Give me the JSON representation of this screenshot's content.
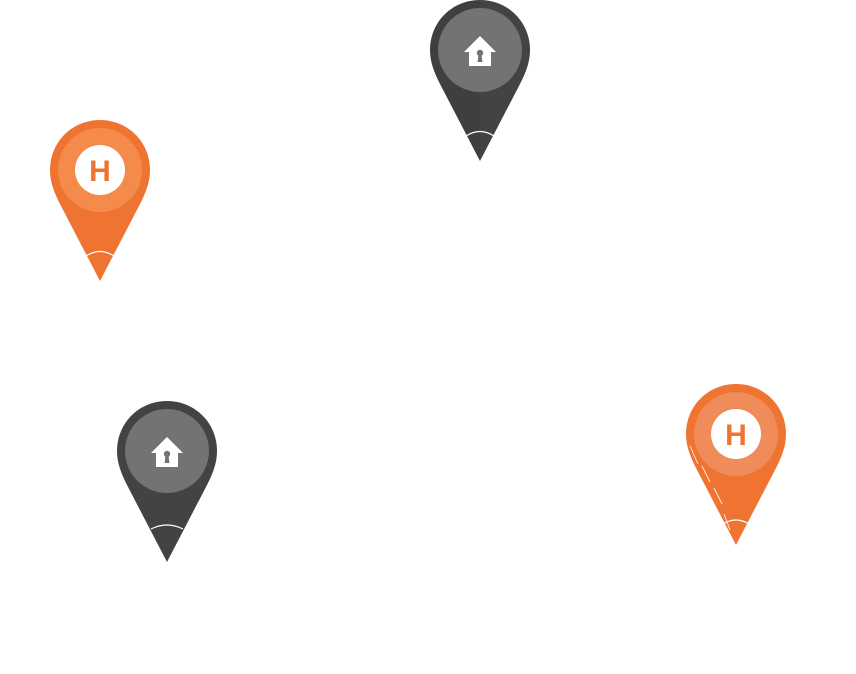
{
  "map": {
    "background_color": "#ffffff",
    "markers": [
      {
        "id": "pin-home-top",
        "type": "home",
        "icon": "house-keyhole-icon",
        "body_color": "#434343",
        "disc_color": "#737373"
      },
      {
        "id": "pin-hosp-left",
        "type": "hospital",
        "icon": "hospital-h-icon",
        "glyph": "H",
        "body_color": "#ef7331",
        "disc_color": "#f58b4a"
      },
      {
        "id": "pin-home-left",
        "type": "home",
        "icon": "house-keyhole-icon",
        "body_color": "#434343",
        "disc_color": "#737373"
      },
      {
        "id": "pin-hosp-right",
        "type": "hospital",
        "icon": "hospital-h-icon",
        "glyph": "H",
        "body_color": "#ef7331",
        "disc_color": "#ef8c59"
      }
    ]
  }
}
